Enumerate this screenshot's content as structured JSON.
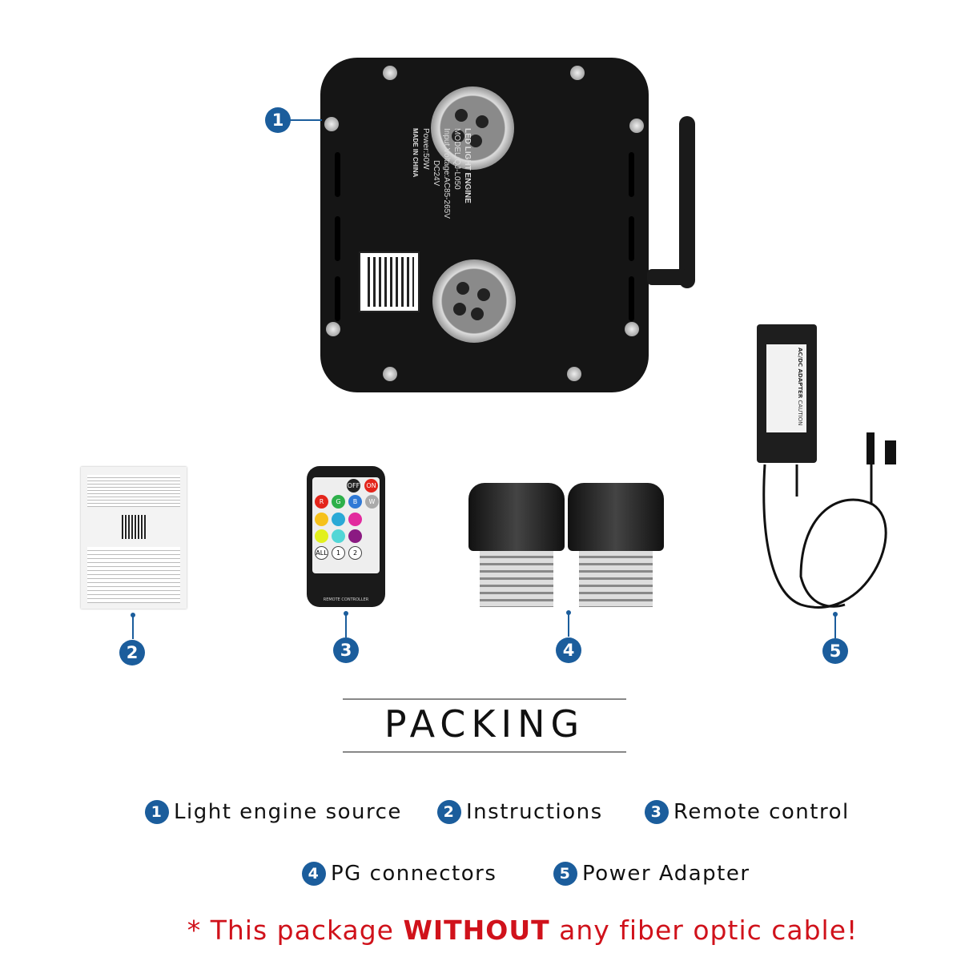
{
  "product_labels": {
    "engine_label": [
      "LED LIGHT ENGINE",
      "MODEL:QJ-L050",
      "Input Voltage:AC85-265V",
      "DC24V",
      "Power:50W",
      "MADE IN CHINA"
    ],
    "adapter_label": [
      "AC/DC ADAPTER",
      "CAUTION"
    ],
    "remote_label": "REMOTE CONTROLLER",
    "remote_buttons": [
      "OFF",
      "ON",
      "R",
      "G",
      "B",
      "W",
      "ALL",
      "1",
      "2"
    ]
  },
  "callouts": [
    "1",
    "2",
    "3",
    "4",
    "5"
  ],
  "heading": "PACKING",
  "legend": [
    {
      "num": "1",
      "label": "Light engine source"
    },
    {
      "num": "2",
      "label": "Instructions"
    },
    {
      "num": "3",
      "label": "Remote control"
    },
    {
      "num": "4",
      "label": "PG connectors"
    },
    {
      "num": "5",
      "label": "Power Adapter"
    }
  ],
  "notice": {
    "prefix": "* This package ",
    "emphasis": "WITHOUT",
    "suffix": " any fiber optic cable!"
  },
  "colors": {
    "callout": "#1b5d9c",
    "notice": "#d0121b"
  }
}
